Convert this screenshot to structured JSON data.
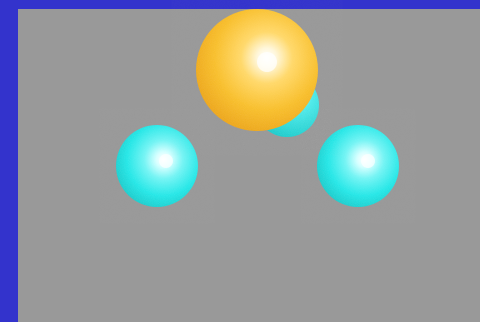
{
  "scene": {
    "colors": {
      "border": "#3333cc",
      "background": "#999999",
      "cyan_sphere": "#22e6e6",
      "gold_sphere": "#f4b81d",
      "highlight": "#ffffff"
    },
    "objects": [
      {
        "name": "gold-sphere",
        "color_role": "gold_sphere"
      },
      {
        "name": "cyan-sphere-back",
        "color_role": "cyan_sphere"
      },
      {
        "name": "cyan-sphere-left",
        "color_role": "cyan_sphere"
      },
      {
        "name": "cyan-sphere-right",
        "color_role": "cyan_sphere"
      }
    ]
  }
}
